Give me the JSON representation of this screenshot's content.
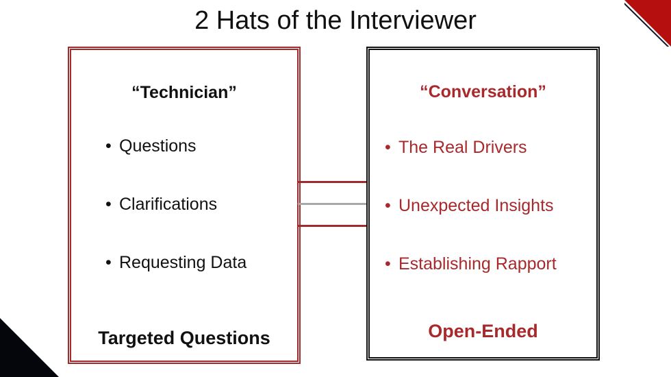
{
  "slide": {
    "title": "2 Hats of the Interviewer",
    "background_color": "#ffffff",
    "accent_red": "#a8292c",
    "accent_black": "#111111"
  },
  "decorations": {
    "top_right_triangle": "red-triangle-decoration",
    "bottom_left_triangle": "black-triangle-decoration"
  },
  "panels": {
    "left": {
      "heading": "“Technician”",
      "heading_color": "#111111",
      "border_color": "#a32a2a",
      "bullets": [
        {
          "marker": "•",
          "text": "Questions"
        },
        {
          "marker": "•",
          "text": "Clarifications"
        },
        {
          "marker": "•",
          "text": "Requesting Data"
        }
      ],
      "footer": "Targeted Questions"
    },
    "right": {
      "heading": "“Conversation”",
      "heading_color": "#a8292c",
      "border_color": "#111111",
      "bullets": [
        {
          "marker": "•",
          "text": "The Real Drivers"
        },
        {
          "marker": "•",
          "text": "Unexpected Insights"
        },
        {
          "marker": "•",
          "text": "Establishing Rapport"
        }
      ],
      "footer": "Open-Ended"
    }
  },
  "connector": {
    "lines": [
      {
        "name": "top-line",
        "color": "#a32a2a"
      },
      {
        "name": "middle-line",
        "color": "#a9a9a9"
      },
      {
        "name": "bottom-line",
        "color": "#a32a2a"
      }
    ]
  }
}
